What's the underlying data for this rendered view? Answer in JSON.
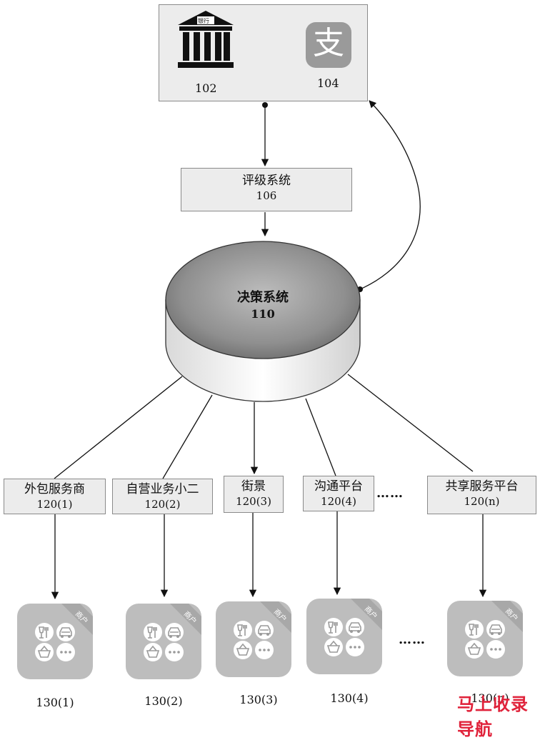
{
  "top_group": {
    "bank_label": "102",
    "pay_label": "104",
    "bank_sign": "银行",
    "pay_glyph": "支"
  },
  "rating": {
    "title": "评级系统",
    "num": "106"
  },
  "decision": {
    "title": "决策系统",
    "num": "110"
  },
  "channels": [
    {
      "title": "外包服务商",
      "num": "120(1)"
    },
    {
      "title": "自营业务小二",
      "num": "120(2)"
    },
    {
      "title": "街景",
      "num": "120(3)"
    },
    {
      "title": "沟通平台",
      "num": "120(4)"
    },
    {
      "title": "共享服务平台",
      "num": "120(n)"
    }
  ],
  "channel_ellipsis": "……",
  "merchants": [
    {
      "label": "130(1)",
      "tag": "商户"
    },
    {
      "label": "130(2)",
      "tag": "商户"
    },
    {
      "label": "130(3)",
      "tag": "商户"
    },
    {
      "label": "130(4)",
      "tag": "商户"
    },
    {
      "label": "130(n)",
      "tag": "商户"
    }
  ],
  "merchant_ellipsis": "……",
  "watermark": "马上收录导航"
}
